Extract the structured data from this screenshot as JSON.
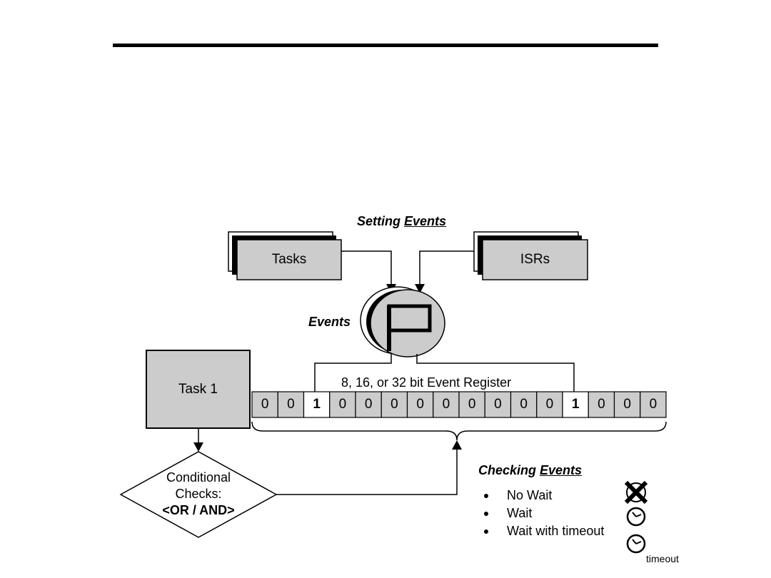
{
  "setting_events": {
    "prefix": "Setting ",
    "underlined": "Events"
  },
  "events_label": "Events",
  "tasks_label": "Tasks",
  "isrs_label": "ISRs",
  "task1_label": "Task 1",
  "register_label": "8, 16, or 32 bit Event Register",
  "register_bits": [
    "0",
    "0",
    "1",
    "0",
    "0",
    "0",
    "0",
    "0",
    "0",
    "0",
    "0",
    "0",
    "1",
    "0",
    "0",
    "0"
  ],
  "conditional": {
    "line1": "Conditional",
    "line2": "Checks:",
    "line3": "<OR / AND>"
  },
  "checking_events": {
    "prefix": "Checking ",
    "underlined": "Events"
  },
  "check_modes": [
    "No Wait",
    "Wait",
    "Wait with timeout"
  ],
  "timeout_label": "timeout",
  "icons": {
    "no_wait": "crossed-clock-icon",
    "wait": "clock-icon",
    "wait_timeout": "clock-timeout-icon"
  },
  "colors": {
    "box_fill": "#cccccc",
    "line": "#000000",
    "highlight_cell": "#ffffff"
  }
}
